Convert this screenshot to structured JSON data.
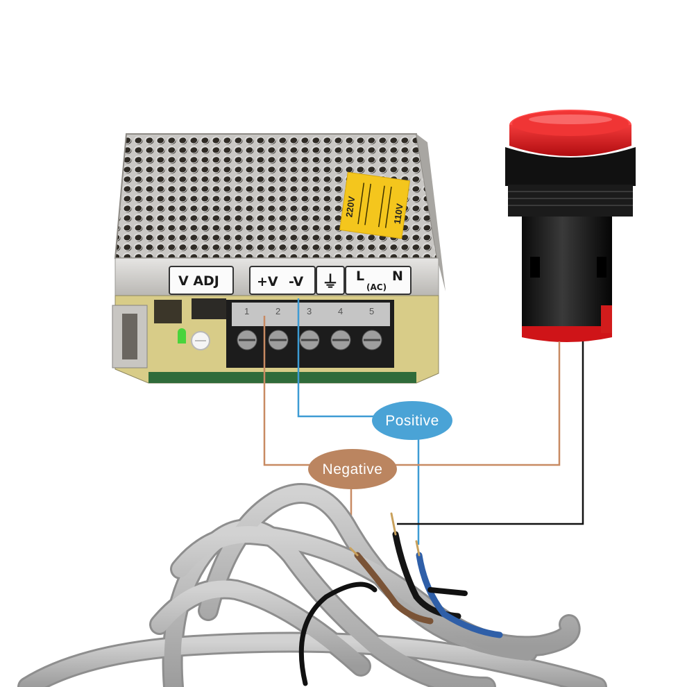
{
  "power_supply": {
    "terminal_labels": {
      "vadj": "V ADJ",
      "plus_v": "+V",
      "minus_v": "-V",
      "ground": "⏚",
      "l": "L",
      "ac": "(AC)",
      "n": "N"
    },
    "terminal_numbers": [
      "1",
      "2",
      "3",
      "4",
      "5"
    ],
    "warning_label": {
      "line1": "110V",
      "line2": "220V"
    }
  },
  "wire_labels": {
    "positive": "Positive",
    "negative": "Negative"
  },
  "colors": {
    "positive_wire": "#3d9bd4",
    "positive_badge": "#4aa3d6",
    "negative_wire": "#c88a62",
    "negative_badge": "#bb8560",
    "ground_wire": "#111111",
    "indicator_red": "#d4161c",
    "cable_gray": "#b9b9b9"
  }
}
